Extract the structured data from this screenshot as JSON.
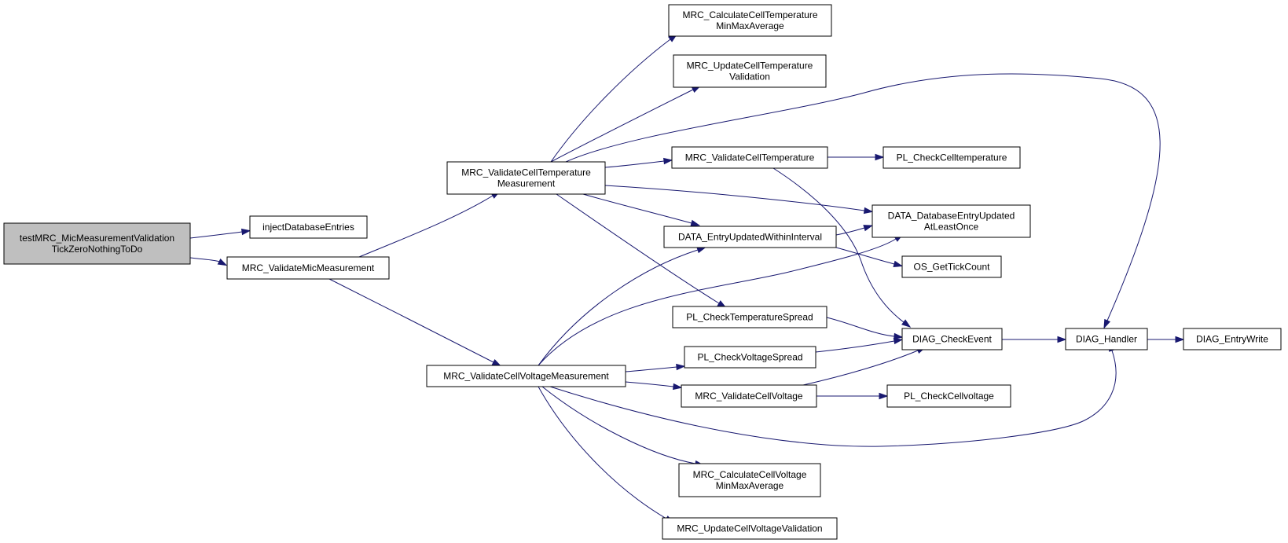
{
  "graph": {
    "nodes": [
      {
        "id": "root",
        "lines": [
          "testMRC_MicMeasurementValidation",
          "TickZeroNothingToDo"
        ],
        "highlighted": true
      },
      {
        "id": "inject",
        "lines": [
          "injectDatabaseEntries"
        ]
      },
      {
        "id": "validateMic",
        "lines": [
          "MRC_ValidateMicMeasurement"
        ]
      },
      {
        "id": "validateCellTempMeas",
        "lines": [
          "MRC_ValidateCellTemperature",
          "Measurement"
        ]
      },
      {
        "id": "validateCellVoltMeas",
        "lines": [
          "MRC_ValidateCellVoltageMeasurement"
        ]
      },
      {
        "id": "calcTempMinMax",
        "lines": [
          "MRC_CalculateCellTemperature",
          "MinMaxAverage"
        ]
      },
      {
        "id": "updTempValid",
        "lines": [
          "MRC_UpdateCellTemperature",
          "Validation"
        ]
      },
      {
        "id": "validateCellTemp",
        "lines": [
          "MRC_ValidateCellTemperature"
        ]
      },
      {
        "id": "entryUpdatedWithin",
        "lines": [
          "DATA_EntryUpdatedWithinInterval"
        ]
      },
      {
        "id": "checkTempSpread",
        "lines": [
          "PL_CheckTemperatureSpread"
        ]
      },
      {
        "id": "checkVoltSpread",
        "lines": [
          "PL_CheckVoltageSpread"
        ]
      },
      {
        "id": "validateCellVolt",
        "lines": [
          "MRC_ValidateCellVoltage"
        ]
      },
      {
        "id": "calcVoltMinMax",
        "lines": [
          "MRC_CalculateCellVoltage",
          "MinMaxAverage"
        ]
      },
      {
        "id": "updVoltValid",
        "lines": [
          "MRC_UpdateCellVoltageValidation"
        ]
      },
      {
        "id": "checkCellTemp",
        "lines": [
          "PL_CheckCelltemperature"
        ]
      },
      {
        "id": "dbEntryUpdated",
        "lines": [
          "DATA_DatabaseEntryUpdated",
          "AtLeastOnce"
        ]
      },
      {
        "id": "tickCount",
        "lines": [
          "OS_GetTickCount"
        ]
      },
      {
        "id": "checkEvent",
        "lines": [
          "DIAG_CheckEvent"
        ]
      },
      {
        "id": "checkCellVolt",
        "lines": [
          "PL_CheckCellvoltage"
        ]
      },
      {
        "id": "diagHandler",
        "lines": [
          "DIAG_Handler"
        ]
      },
      {
        "id": "entryWrite",
        "lines": [
          "DIAG_EntryWrite"
        ]
      }
    ],
    "edges": [
      [
        "root",
        "inject"
      ],
      [
        "root",
        "validateMic"
      ],
      [
        "validateMic",
        "validateCellTempMeas"
      ],
      [
        "validateMic",
        "validateCellVoltMeas"
      ],
      [
        "validateCellTempMeas",
        "calcTempMinMax"
      ],
      [
        "validateCellTempMeas",
        "updTempValid"
      ],
      [
        "validateCellTempMeas",
        "validateCellTemp"
      ],
      [
        "validateCellTempMeas",
        "entryUpdatedWithin"
      ],
      [
        "validateCellTempMeas",
        "dbEntryUpdated"
      ],
      [
        "validateCellTempMeas",
        "checkTempSpread"
      ],
      [
        "validateCellTempMeas",
        "diagHandler"
      ],
      [
        "validateCellTemp",
        "checkCellTemp"
      ],
      [
        "validateCellTemp",
        "checkEvent"
      ],
      [
        "entryUpdatedWithin",
        "dbEntryUpdated"
      ],
      [
        "entryUpdatedWithin",
        "tickCount"
      ],
      [
        "checkTempSpread",
        "checkEvent"
      ],
      [
        "checkVoltSpread",
        "checkEvent"
      ],
      [
        "validateCellVolt",
        "checkEvent"
      ],
      [
        "validateCellVolt",
        "checkCellVolt"
      ],
      [
        "checkEvent",
        "diagHandler"
      ],
      [
        "diagHandler",
        "entryWrite"
      ],
      [
        "validateCellVoltMeas",
        "entryUpdatedWithin"
      ],
      [
        "validateCellVoltMeas",
        "dbEntryUpdated"
      ],
      [
        "validateCellVoltMeas",
        "checkVoltSpread"
      ],
      [
        "validateCellVoltMeas",
        "validateCellVolt"
      ],
      [
        "validateCellVoltMeas",
        "calcVoltMinMax"
      ],
      [
        "validateCellVoltMeas",
        "updVoltValid"
      ],
      [
        "validateCellVoltMeas",
        "diagHandler"
      ]
    ]
  },
  "colors": {
    "edge": "#191970",
    "node_fill": "#ffffff",
    "node_highlight_fill": "#bfbfbf",
    "node_stroke": "#000000"
  }
}
